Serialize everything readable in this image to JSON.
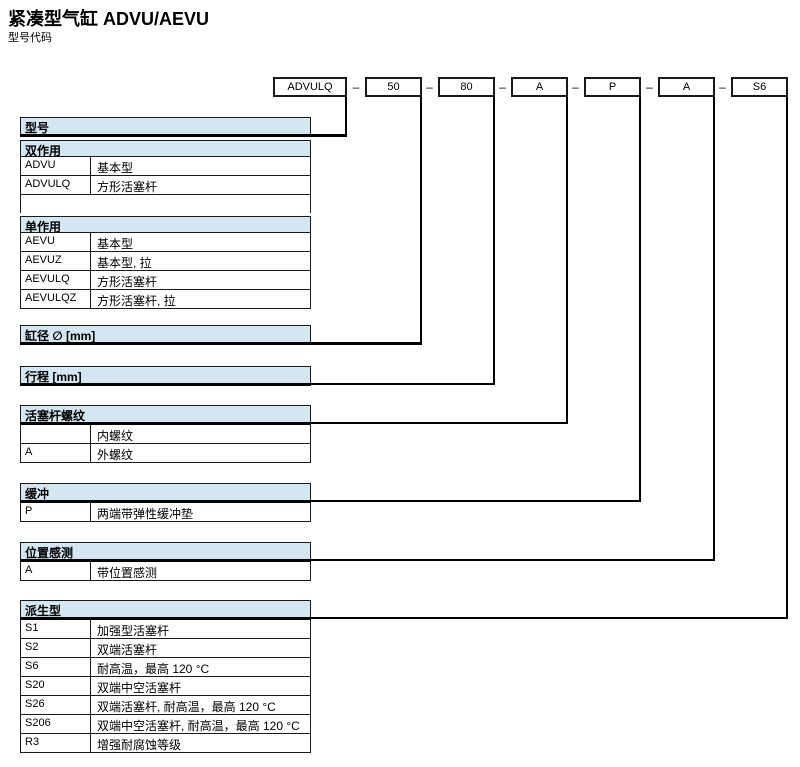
{
  "page": {
    "title": "紧凑型气缸 ADVU/AEVU",
    "subtitle": "型号代码"
  },
  "code_string": {
    "boxes": [
      "ADVULQ",
      "50",
      "80",
      "A",
      "P",
      "A",
      "S6"
    ],
    "separator": "–"
  },
  "sections": {
    "model": {
      "header": "型号",
      "double_acting": {
        "subheader": "双作用",
        "rows": [
          {
            "code": "ADVU",
            "desc": "基本型"
          },
          {
            "code": "ADVULQ",
            "desc": "方形活塞杆"
          }
        ]
      },
      "single_acting": {
        "subheader": "单作用",
        "rows": [
          {
            "code": "AEVU",
            "desc": "基本型"
          },
          {
            "code": "AEVUZ",
            "desc": "基本型, 拉"
          },
          {
            "code": "AEVULQ",
            "desc": "方形活塞杆"
          },
          {
            "code": "AEVULQZ",
            "desc": "方形活塞杆, 拉"
          }
        ]
      }
    },
    "bore": {
      "header": "缸径 ∅ [mm]"
    },
    "stroke": {
      "header": "行程 [mm]"
    },
    "piston_rod_thread": {
      "header": "活塞杆螺纹",
      "rows": [
        {
          "code": "",
          "desc": "内螺纹"
        },
        {
          "code": "A",
          "desc": "外螺纹"
        }
      ]
    },
    "cushioning": {
      "header": "缓冲",
      "rows": [
        {
          "code": "P",
          "desc": "两端带弹性缓冲垫"
        }
      ]
    },
    "position_sensing": {
      "header": "位置感测",
      "rows": [
        {
          "code": "A",
          "desc": "带位置感测"
        }
      ]
    },
    "variants": {
      "header": "派生型",
      "rows": [
        {
          "code": "S1",
          "desc": "加强型活塞杆"
        },
        {
          "code": "S2",
          "desc": "双端活塞杆"
        },
        {
          "code": "S6",
          "desc": "耐高温，最高 120 °C"
        },
        {
          "code": "S20",
          "desc": "双端中空活塞杆"
        },
        {
          "code": "S26",
          "desc": "双端活塞杆, 耐高温，最高 120 °C"
        },
        {
          "code": "S206",
          "desc": "双端中空活塞杆, 耐高温，最高 120 °C"
        },
        {
          "code": "R3",
          "desc": "增强耐腐蚀等级"
        }
      ]
    }
  },
  "colors": {
    "header_bg": "#d4e6f1",
    "line": "#000000"
  }
}
